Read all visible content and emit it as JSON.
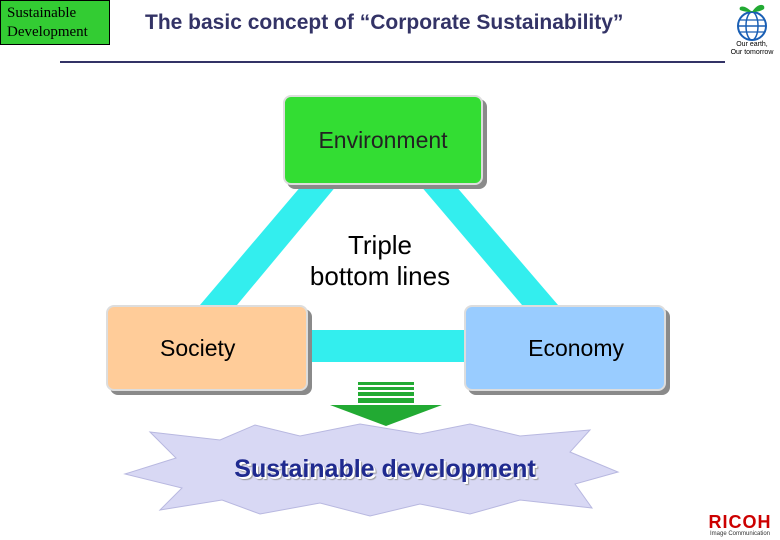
{
  "header": {
    "tag_line1": "Sustainable",
    "tag_line2": "Development",
    "title": "The basic concept of “Corporate Sustainability”"
  },
  "logo": {
    "caption": "Our earth,\nOur tomorrow"
  },
  "diagram": {
    "top_node": "Environment",
    "left_node": "Society",
    "right_node": "Economy",
    "center_label": "Triple\nbottom lines",
    "result_label": "Sustainable development"
  },
  "footer": {
    "brand": "RICOH",
    "brand_sub": "Image Communication"
  },
  "colors": {
    "environment": "#33dd33",
    "society": "#ffcc99",
    "economy": "#99ccff",
    "connector": "#33eeee",
    "tag_bg": "#33cc33",
    "title_text": "#333366",
    "result_text": "#1f2a8f"
  }
}
